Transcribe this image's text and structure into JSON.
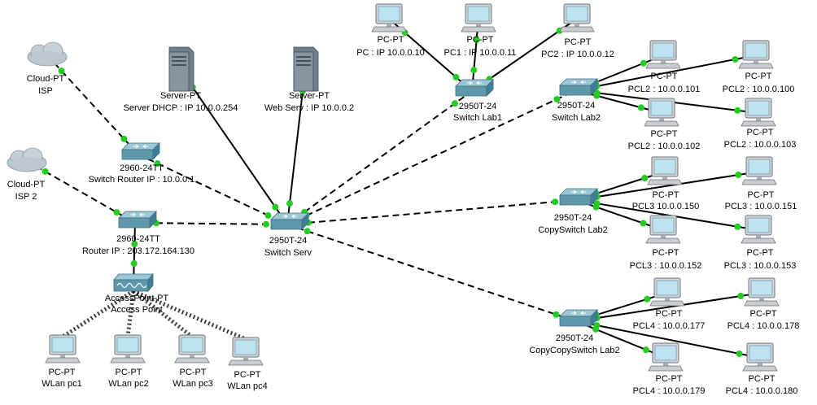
{
  "colors": {
    "link": "#000000",
    "port_up": "#22cc22",
    "switch_top": "#9cc8d6",
    "switch_side": "#3f7f95",
    "pc_screen": "#bfe2f0",
    "pc_body": "#c9ccd0",
    "server_body": "#7a8a96",
    "cloud": "#b8c4cc"
  },
  "nodes": {
    "cloud_isp": {
      "icon": "cloud-icon",
      "label1": "Cloud-PT",
      "label2": "ISP"
    },
    "cloud_isp2": {
      "icon": "cloud-icon",
      "label1": "Cloud-PT",
      "label2": "ISP 2"
    },
    "server_dhcp": {
      "icon": "server-icon",
      "label1": "Server-PT",
      "label2": "Server DHCP : IP 10.0.0.254"
    },
    "server_web": {
      "icon": "server-icon",
      "label1": "Server-PT",
      "label2": "Web Serv : IP 10.0.0.2"
    },
    "sw_router": {
      "icon": "switch-icon",
      "label1": "2960-24TT",
      "label2": "Switch Router IP : 10.0.0.1"
    },
    "sw_router2": {
      "icon": "switch-icon",
      "label1": "2960-24TT",
      "label2": "Router IP : 203.172.164.130"
    },
    "access_point": {
      "icon": "access-point-icon",
      "label1": "AccessPoint-PT",
      "label2": "Access Point"
    },
    "sw_serv": {
      "icon": "switch-icon",
      "label1": "2950T-24",
      "label2": "Switch Serv"
    },
    "sw_lab1": {
      "icon": "switch-icon",
      "label1": "2950T-24",
      "label2": "Switch Lab1"
    },
    "sw_lab2": {
      "icon": "switch-icon",
      "label1": "2950T-24",
      "label2": "Switch Lab2"
    },
    "sw_copylab2": {
      "icon": "switch-icon",
      "label1": "2950T-24",
      "label2": "CopySwitch Lab2"
    },
    "sw_copycopylab2": {
      "icon": "switch-icon",
      "label1": "2950T-24",
      "label2": "CopyCopySwitch Lab2"
    },
    "wlan1": {
      "icon": "pc-icon",
      "label1": "PC-PT",
      "label2": "WLan pc1"
    },
    "wlan2": {
      "icon": "pc-icon",
      "label1": "PC-PT",
      "label2": "WLan pc2"
    },
    "wlan3": {
      "icon": "pc-icon",
      "label1": "PC-PT",
      "label2": "WLan pc3"
    },
    "wlan4": {
      "icon": "pc-icon",
      "label1": "PC-PT",
      "label2": "WLan pc4"
    },
    "lab1_pc": {
      "icon": "pc-icon",
      "label1": "PC-PT",
      "label2": "PC : IP 10.0.0.10"
    },
    "lab1_pc1": {
      "icon": "pc-icon",
      "label1": "PC-PT",
      "label2": "PC1 : IP 10.0.0.11"
    },
    "lab1_pc2": {
      "icon": "pc-icon",
      "label1": "PC-PT",
      "label2": "PC2 : IP 10.0.0.12"
    },
    "pcl2_101": {
      "icon": "pc-icon",
      "label1": "PC-PT",
      "label2": "PCL2 : 10.0.0.101"
    },
    "pcl2_100": {
      "icon": "pc-icon",
      "label1": "PC-PT",
      "label2": "PCL2  : 10.0.0.100"
    },
    "pcl2_102": {
      "icon": "pc-icon",
      "label1": "PC-PT",
      "label2": "PCL2 : 10.0.0.102"
    },
    "pcl2_103": {
      "icon": "pc-icon",
      "label1": "PC-PT",
      "label2": "PCL2 : 10.0.0.103"
    },
    "pcl3_150": {
      "icon": "pc-icon",
      "label1": "PC-PT",
      "label2": "PCL3 10.0.0.150"
    },
    "pcl3_151": {
      "icon": "pc-icon",
      "label1": "PC-PT",
      "label2": "PCL3  : 10.0.0.151"
    },
    "pcl3_152": {
      "icon": "pc-icon",
      "label1": "PC-PT",
      "label2": "PCL3 : 10.0.0.152"
    },
    "pcl3_153": {
      "icon": "pc-icon",
      "label1": "PC-PT",
      "label2": "PCL3 : 10.0.0.153"
    },
    "pcl4_177": {
      "icon": "pc-icon",
      "label1": "PC-PT",
      "label2": "PCL4 : 10.0.0.177"
    },
    "pcl4_178": {
      "icon": "pc-icon",
      "label1": "PC-PT",
      "label2": "PCL4  : 10.0.0.178"
    },
    "pcl4_179": {
      "icon": "pc-icon",
      "label1": "PC-PT",
      "label2": "PCL4 : 10.0.0.179"
    },
    "pcl4_180": {
      "icon": "pc-icon",
      "label1": "PC-PT",
      "label2": "PCL4 : 10.0.0.180"
    }
  },
  "links": [
    {
      "from": "cloud_isp",
      "to": "sw_router",
      "style": "dashed"
    },
    {
      "from": "cloud_isp2",
      "to": "sw_router2",
      "style": "dashed"
    },
    {
      "from": "sw_router",
      "to": "sw_serv",
      "style": "dashed"
    },
    {
      "from": "sw_router2",
      "to": "sw_serv",
      "style": "dashed"
    },
    {
      "from": "sw_router2",
      "to": "access_point",
      "style": "solid"
    },
    {
      "from": "server_dhcp",
      "to": "sw_serv",
      "style": "solid"
    },
    {
      "from": "server_web",
      "to": "sw_serv",
      "style": "solid"
    },
    {
      "from": "sw_serv",
      "to": "sw_lab1",
      "style": "dashed"
    },
    {
      "from": "sw_serv",
      "to": "sw_lab2",
      "style": "dashed"
    },
    {
      "from": "sw_serv",
      "to": "sw_copylab2",
      "style": "dashed"
    },
    {
      "from": "sw_serv",
      "to": "sw_copycopylab2",
      "style": "dashed"
    },
    {
      "from": "sw_lab1",
      "to": "lab1_pc",
      "style": "solid"
    },
    {
      "from": "sw_lab1",
      "to": "lab1_pc1",
      "style": "solid"
    },
    {
      "from": "sw_lab1",
      "to": "lab1_pc2",
      "style": "solid"
    },
    {
      "from": "sw_lab2",
      "to": "pcl2_101",
      "style": "solid"
    },
    {
      "from": "sw_lab2",
      "to": "pcl2_100",
      "style": "solid"
    },
    {
      "from": "sw_lab2",
      "to": "pcl2_102",
      "style": "solid"
    },
    {
      "from": "sw_lab2",
      "to": "pcl2_103",
      "style": "solid"
    },
    {
      "from": "sw_copylab2",
      "to": "pcl3_150",
      "style": "solid"
    },
    {
      "from": "sw_copylab2",
      "to": "pcl3_151",
      "style": "solid"
    },
    {
      "from": "sw_copylab2",
      "to": "pcl3_152",
      "style": "solid"
    },
    {
      "from": "sw_copylab2",
      "to": "pcl3_153",
      "style": "solid"
    },
    {
      "from": "sw_copycopylab2",
      "to": "pcl4_177",
      "style": "solid"
    },
    {
      "from": "sw_copycopylab2",
      "to": "pcl4_178",
      "style": "solid"
    },
    {
      "from": "sw_copycopylab2",
      "to": "pcl4_179",
      "style": "solid"
    },
    {
      "from": "sw_copycopylab2",
      "to": "pcl4_180",
      "style": "solid"
    },
    {
      "from": "access_point",
      "to": "wlan1",
      "style": "wireless"
    },
    {
      "from": "access_point",
      "to": "wlan2",
      "style": "wireless"
    },
    {
      "from": "access_point",
      "to": "wlan3",
      "style": "wireless"
    },
    {
      "from": "access_point",
      "to": "wlan4",
      "style": "wireless"
    }
  ]
}
